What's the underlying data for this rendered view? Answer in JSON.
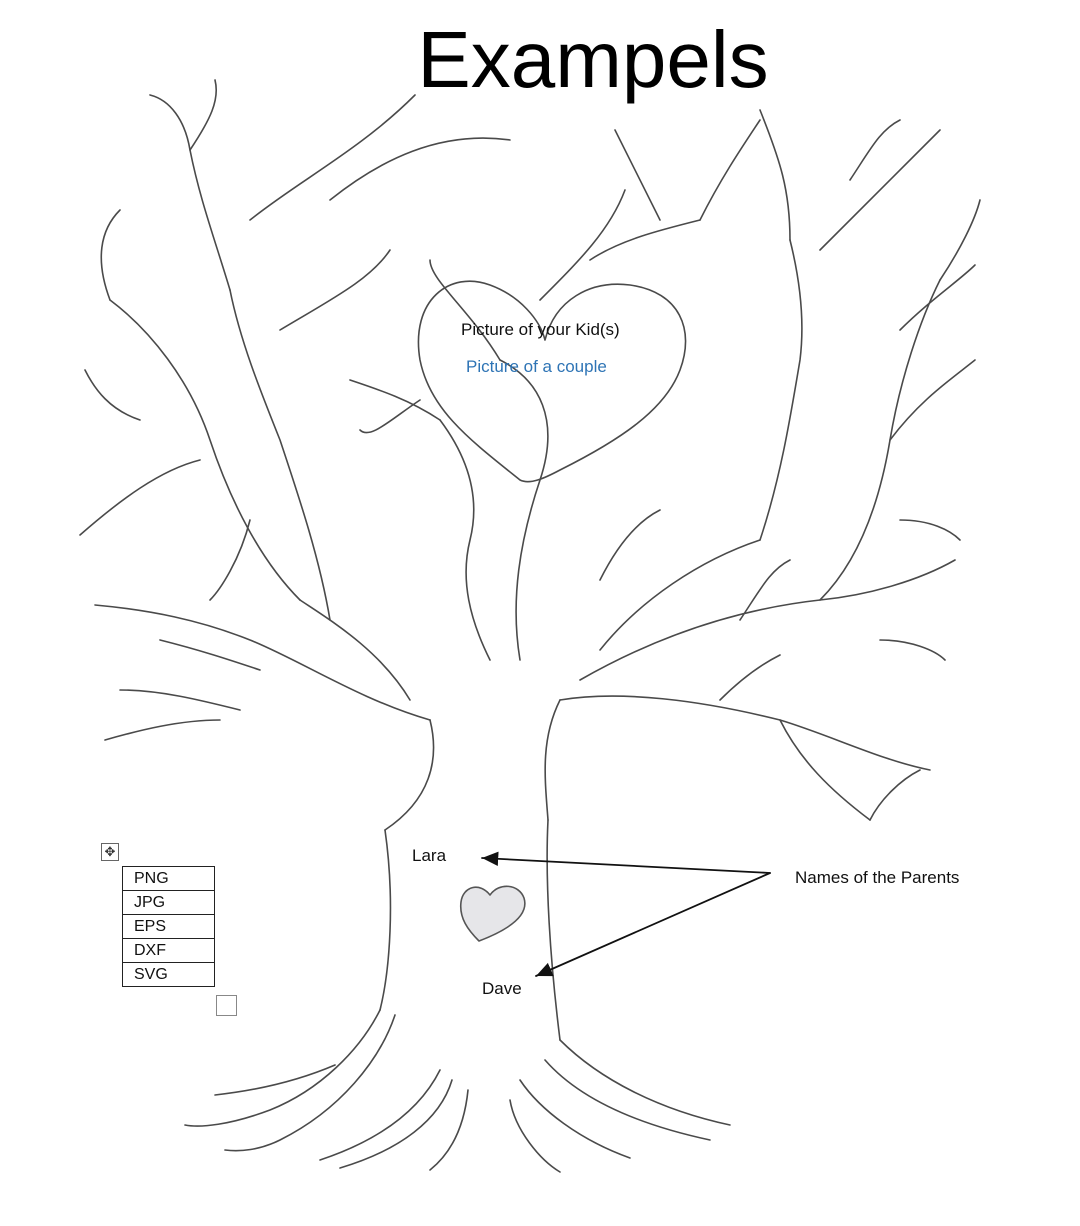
{
  "title": "Exampels",
  "labels": {
    "kid_picture": "Picture of your Kid(s)",
    "couple_picture": "Picture of a couple",
    "parent_1": "Lara",
    "parent_2": "Dave",
    "parents_caption": "Names of the Parents"
  },
  "formats_table": {
    "move_handle_icon": "move-cross-icon",
    "rows": [
      "PNG",
      "JPG",
      "EPS",
      "DXF",
      "SVG"
    ]
  },
  "colors": {
    "couple_text": "#2e74b5",
    "heart_fill": "#e6e6e9",
    "outline": "#4a4a4a"
  }
}
